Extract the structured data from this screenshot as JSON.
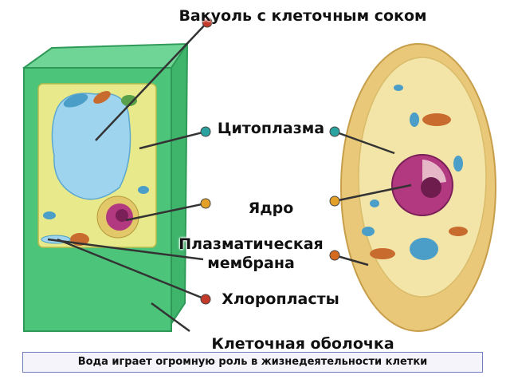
{
  "labels": {
    "vacuole": "Вакуоль с клеточным соком",
    "cytoplasm": "Цитоплазма",
    "nucleus": "Ядро",
    "membrane": "Плазматическая мембрана",
    "chloroplasts": "Хлоропласты",
    "cell_wall": "Клеточная оболочка"
  },
  "caption": "Вода играет огромную роль в жизнедеятельности клетки",
  "colors": {
    "plant_wall": "#4cc47a",
    "plant_cytoplasm": "#e7e98a",
    "vacuole": "#9fd4ef",
    "animal_outer": "#e9c87a",
    "animal_inner": "#f3e4a8",
    "nucleus": "#b2397f"
  }
}
